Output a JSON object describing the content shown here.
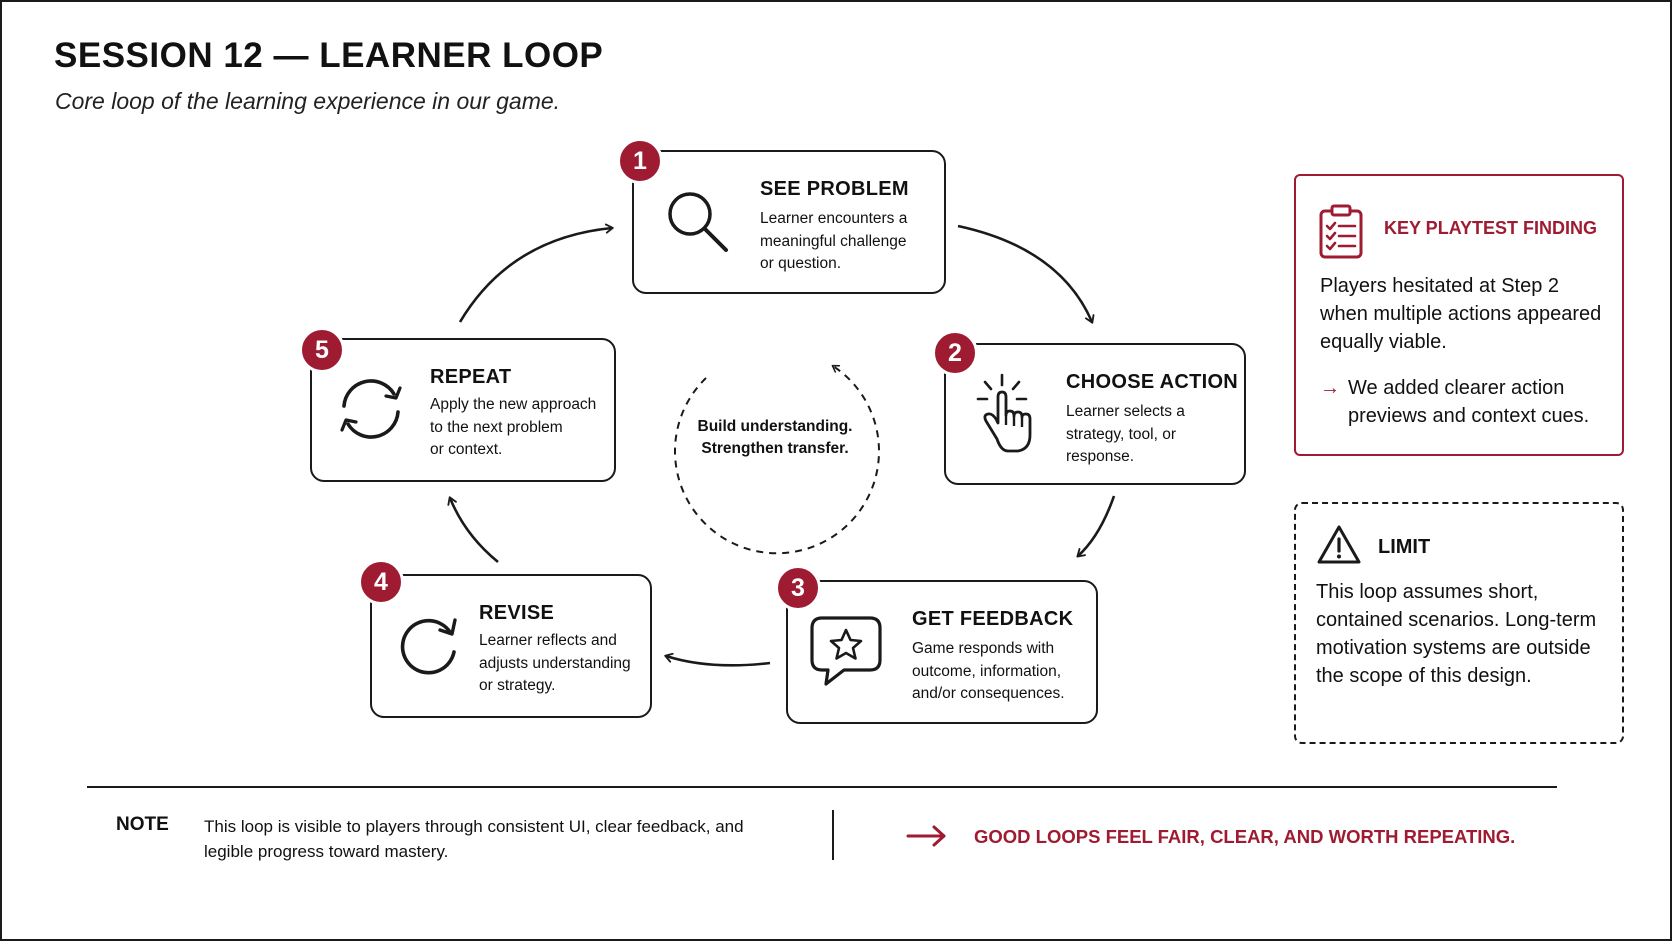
{
  "header": {
    "title": "SESSION 12 — LEARNER LOOP",
    "subtitle": "Core loop of the learning experience in our game."
  },
  "steps": [
    {
      "number": "1",
      "title": "SEE PROBLEM",
      "description": "Learner encounters a\nmeaningful challenge\nor question.",
      "icon": "magnifier-icon"
    },
    {
      "number": "2",
      "title": "CHOOSE ACTION",
      "description": "Learner selects a\nstrategy, tool, or\nresponse.",
      "icon": "pointer-hand-icon"
    },
    {
      "number": "3",
      "title": "GET FEEDBACK",
      "description": "Game responds with\noutcome, information,\nand/or consequences.",
      "icon": "star-speech-bubble-icon"
    },
    {
      "number": "4",
      "title": "REVISE",
      "description": "Learner reflects and\nadjusts understanding\nor strategy.",
      "icon": "clockwise-arrow-icon"
    },
    {
      "number": "5",
      "title": "REPEAT",
      "description": "Apply the new approach\nto the next problem\nor context.",
      "icon": "cycle-arrows-icon"
    }
  ],
  "center": {
    "line1": "Build understanding.",
    "line2": "Strengthen transfer."
  },
  "finding": {
    "heading": "KEY PLAYTEST FINDING",
    "body": "Players hesitated at Step 2 when multiple actions appeared equally viable.",
    "action_arrow": "→",
    "action": "We added clearer action previews and context cues.",
    "icon": "clipboard-checklist-icon"
  },
  "limit": {
    "heading": "LIMIT",
    "body": "This loop assumes short, contained scenarios. Long-term motivation systems are outside the scope of this design.",
    "icon": "warning-triangle-icon"
  },
  "footer": {
    "note_label": "NOTE",
    "note_text": "This loop is visible to players through consistent UI, clear feedback, and legible progress toward mastery.",
    "tagline": "GOOD LOOPS FEEL FAIR, CLEAR, AND WORTH REPEATING."
  },
  "colors": {
    "accent": "#9e1b32",
    "ink": "#1a1a1a",
    "background": "#ffffff"
  }
}
